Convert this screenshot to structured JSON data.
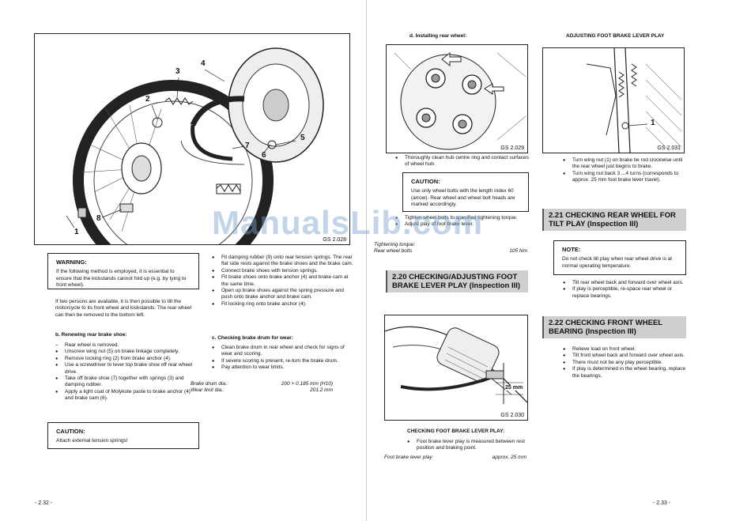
{
  "watermark": "ManualsLib.com",
  "left_page": {
    "figure_code": "GS 2.028",
    "callouts": [
      "1",
      "2",
      "3",
      "4",
      "5",
      "6",
      "7",
      "8"
    ],
    "warning": {
      "title": "WARNING:",
      "text": "If the following method is employed, it is essential to ensure that the kickstands cannot fold up (e.g. by tying to front wheel)."
    },
    "intro": "If two persons are available, it is then possible to tilt the motorcycle to its front wheel and kickstands. The rear wheel can then be removed to the bottom left.",
    "renew_heading": "b. Renewing rear brake shoe:",
    "renew_items": [
      {
        "type": "dash",
        "text": "Rear wheel is removed."
      },
      {
        "type": "bullet",
        "text": "Unscrew wing nut (5) on brake linkage completely."
      },
      {
        "type": "bullet",
        "text": "Remove locking ring (2) from brake anchor (4)."
      },
      {
        "type": "bullet",
        "text": "Use a screwdriver to lever top brake shoe off rear wheel drive."
      },
      {
        "type": "bullet",
        "text": "Take off brake shoe (7) together with springs (3) and damping rubber."
      },
      {
        "type": "bullet",
        "text": "Apply a light coat of Molykote paste to brake anchor (4) and brake cam (6)."
      }
    ],
    "caution": {
      "title": "CAUTION:",
      "text": "Attach external tension springs!"
    },
    "col2_items": [
      "Fit damping rubber (9) onto rear tension springs. The rear flat side rests against the brake shoes and the brake cam.",
      "Connect brake shoes with tension springs.",
      "Fit brake shoes onto brake anchor (4) and brake cam at the same time.",
      "Open up brake shoes against the spring pressure and push onto brake anchor and brake cam.",
      "Fit locking ring onto brake anchor (4)."
    ],
    "check_heading": "c. Checking brake drum for wear:",
    "check_items": [
      "Clean brake drum in rear wheel and check for signs of wear and scoring.",
      "If severe scoring is present, re-turn the brake drum.",
      "Pay attention to wear limits."
    ],
    "specs": [
      {
        "label": "Brake drum dia.:",
        "value": "200 + 0.185 mm (H10)"
      },
      {
        "label": "Wear limit dia.:",
        "value": "201.2 mm"
      }
    ],
    "page_number": "- 2.32 -"
  },
  "middle_col": {
    "heading": "d. Installing rear wheel:",
    "figure_code": "GS 2.029",
    "items": [
      "Thoroughly clean hub centre ring and contact surfaces of wheel hub."
    ],
    "caution": {
      "title": "CAUTION:",
      "text": "Use only wheel bolts with the length index 60 (arrow). Rear wheel and wheel bolt heads are marked accordingly."
    },
    "items2": [
      "Tighten wheel bolts to specified tightening torque.",
      "Adjust play of foot brake lever."
    ],
    "torque_label": "Tightening torque:",
    "torque_row": {
      "label": "Rear wheel bolts",
      "value": "105 Nm"
    },
    "section": "2.20 CHECKING/ADJUSTING FOOT BRAKE LEVER PLAY (Inspection III)",
    "figure2_code": "GS 2.030",
    "dim_label": "25 mm",
    "check_heading": "CHECKING FOOT BRAKE LEVER PLAY:",
    "check_items": [
      "Foot brake lever play is measured between rest position and braking point."
    ],
    "spec_row": {
      "label": "Foot brake lever play",
      "value": "approx. 25 mm"
    }
  },
  "right_col": {
    "heading": "ADJUSTING FOOT BRAKE LEVER PLAY",
    "figure_code": "GS 2.031",
    "callout": "1",
    "items": [
      "Turn wing nut (1) on brake tie rod clockwise until the rear wheel just begins to brake.",
      "Turn wing nut back 3 ...4 turns (corresponds to approx. 25 mm foot brake lever travel)."
    ],
    "section1": "2.21 CHECKING REAR WHEEL FOR TILT PLAY (Inspection III)",
    "note": {
      "title": "NOTE:",
      "text": "Do not check tilt play when rear wheel drive is at normal operating temperature."
    },
    "items2": [
      "Tilt rear wheel back and forward over wheel axis.",
      "If play is perceptible, re-space rear wheel or replace bearings."
    ],
    "section2": "2.22 CHECKING FRONT WHEEL BEARING (Inspection III)",
    "items3": [
      "Relieve load on front wheel.",
      "Tilt front wheel back and forward over wheel axis.",
      "There must not be any play perceptible.",
      "If play is determined in the wheel bearing, replace the bearings."
    ],
    "page_number": "- 2.33 -"
  }
}
